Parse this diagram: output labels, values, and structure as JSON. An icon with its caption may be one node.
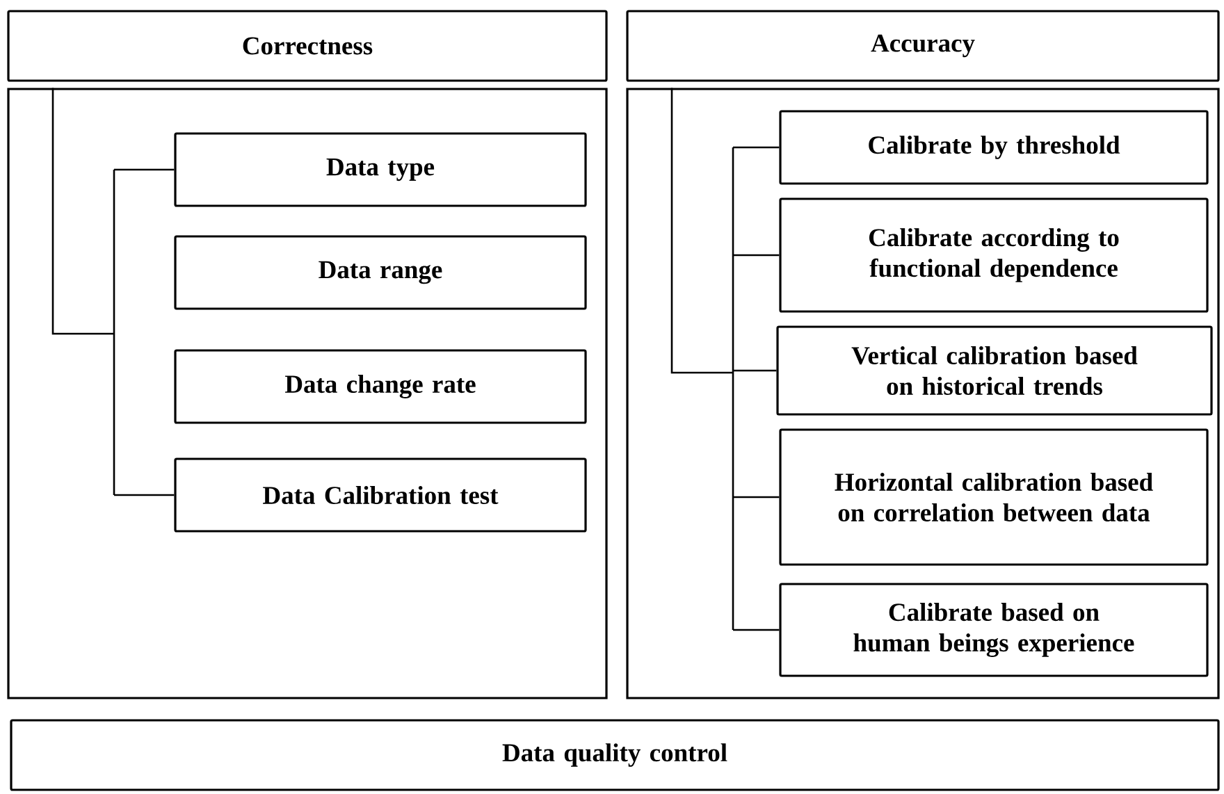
{
  "diagram": {
    "nodes": [
      {
        "text": [
          "Correctness"
        ]
      },
      {
        "text": [],
        "shape": "box"
      },
      {
        "text": [
          "Data type"
        ],
        "in": 1
      },
      {
        "text": [
          "Data range"
        ],
        "in": 1
      },
      {
        "text": [
          "Data change rate"
        ],
        "in": 1
      },
      {
        "text": [
          "Data Calibration test"
        ],
        "in": 1
      },
      {
        "text": [
          "Accuracy"
        ]
      },
      {
        "text": [],
        "shape": "box"
      },
      {
        "text": [
          "Calibrate by threshold"
        ],
        "in": 7
      },
      {
        "text": [
          "Calibrate according to functional dependence"
        ],
        "in": 7
      },
      {
        "text": [
          "Vertical calibration based on historical trends"
        ],
        "in": 7
      },
      {
        "text": [
          "Horizontal calibration based on correlation between data"
        ],
        "in": 7
      },
      {
        "text": [
          "Calibrate based on human beings experience"
        ],
        "in": 7
      },
      {
        "text": [
          "Data quality control"
        ]
      }
    ],
    "edges": [
      {
        "from": 1,
        "to": 2,
        "arrow": "none"
      },
      {
        "from": 1,
        "to": 5,
        "arrow": "none"
      },
      {
        "from": 7,
        "to": 8,
        "arrow": "none"
      },
      {
        "from": 7,
        "to": 9,
        "arrow": "none"
      },
      {
        "from": 7,
        "to": 10,
        "arrow": "none"
      },
      {
        "from": 7,
        "to": 11,
        "arrow": "none"
      },
      {
        "from": 7,
        "to": 12,
        "arrow": "none"
      }
    ]
  }
}
